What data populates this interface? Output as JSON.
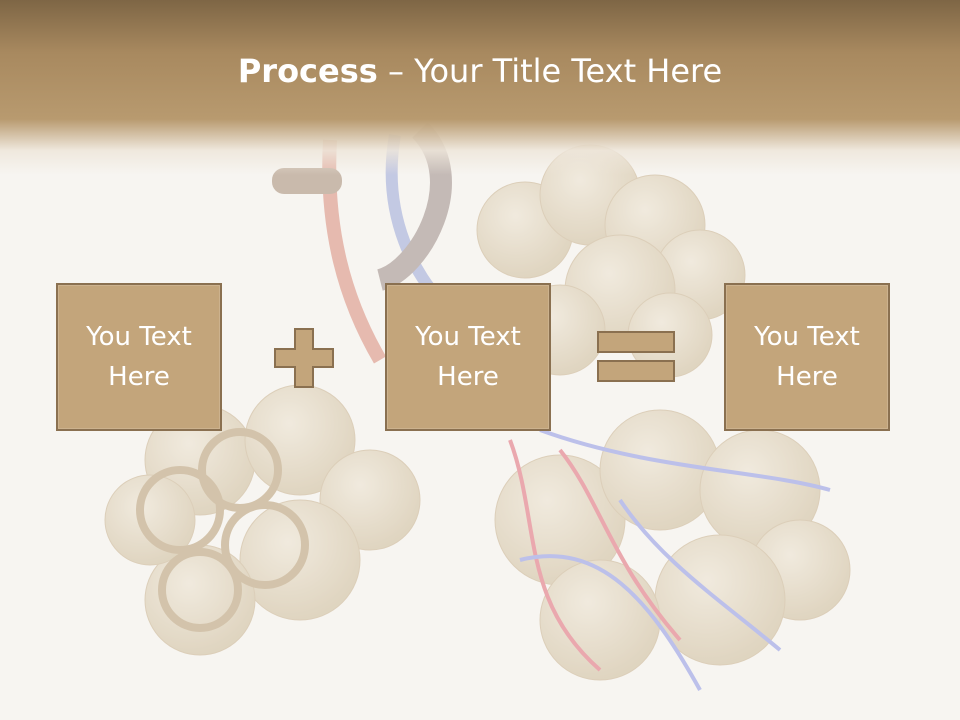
{
  "slide": {
    "title_bold": "Process",
    "title_rest": " – Your Title Text Here",
    "boxes": [
      {
        "text": "You Text Here"
      },
      {
        "text": "You Text Here"
      },
      {
        "text": "You Text Here"
      }
    ],
    "operators": [
      "plus-icon",
      "equals-icon"
    ],
    "background": "alveoli-illustration",
    "colors": {
      "header_dark": "#7e6645",
      "header_light": "#b89a6f",
      "box_fill": "#c3a57b",
      "box_border": "#8a7050",
      "text": "#ffffff"
    }
  }
}
